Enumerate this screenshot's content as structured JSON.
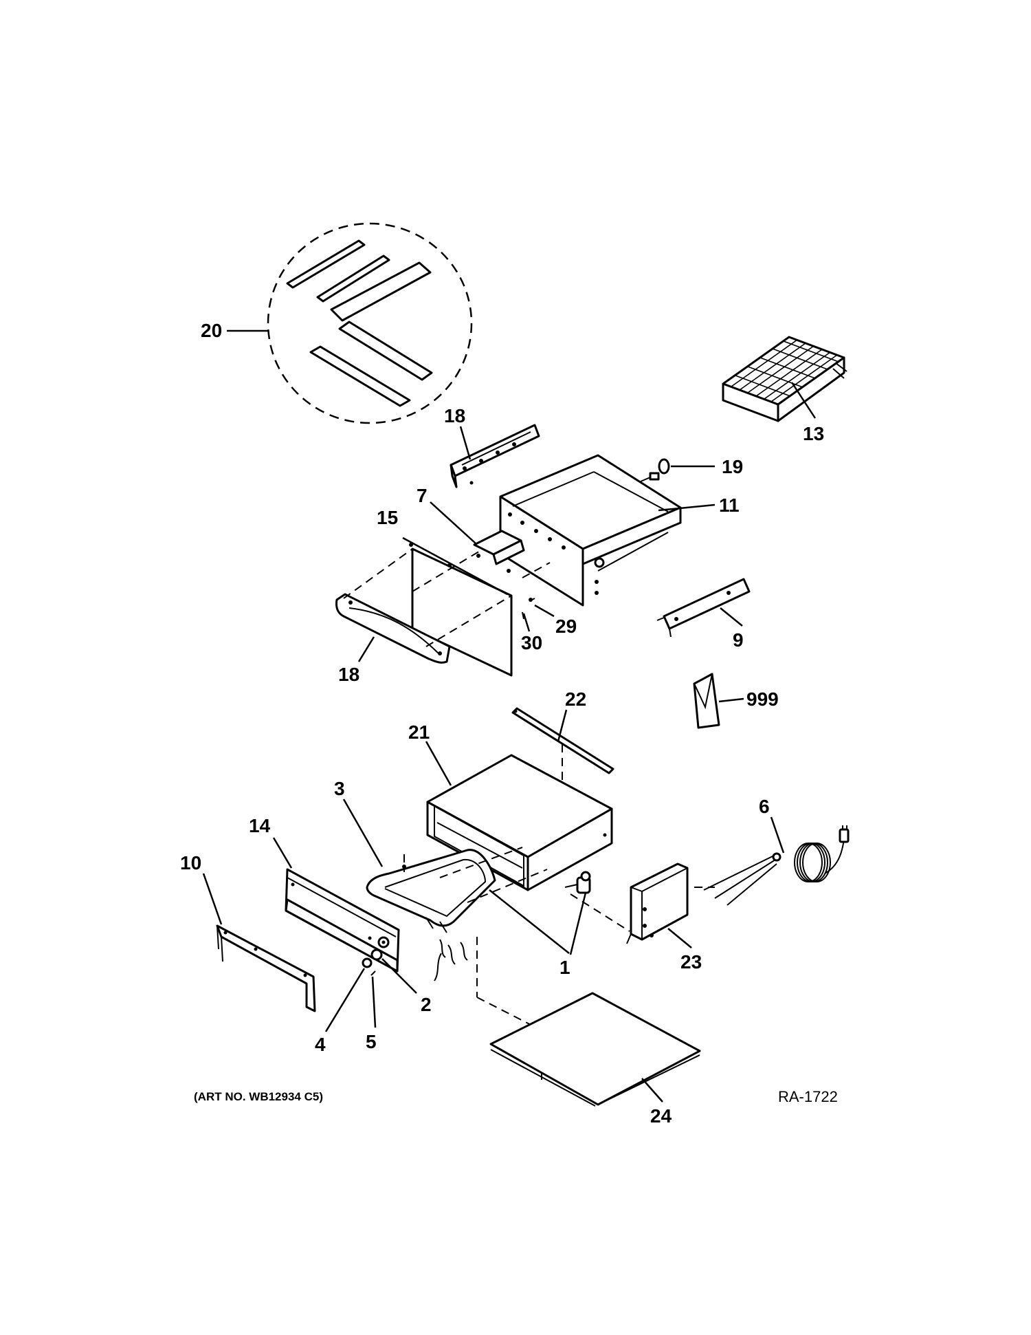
{
  "callouts": {
    "c20": "20",
    "c13": "13",
    "c18_top": "18",
    "c19": "19",
    "c11": "11",
    "c7": "7",
    "c15": "15",
    "c9": "9",
    "c29": "29",
    "c30": "30",
    "c18_bottom": "18",
    "c999": "999",
    "c22": "22",
    "c21": "21",
    "c3": "3",
    "c6": "6",
    "c14": "14",
    "c10": "10",
    "c1": "1",
    "c23": "23",
    "c2": "2",
    "c4": "4",
    "c5": "5",
    "c24": "24"
  },
  "footer": {
    "art_number": "(ART NO. WB12934 C5)",
    "reference": "RA-1722"
  }
}
